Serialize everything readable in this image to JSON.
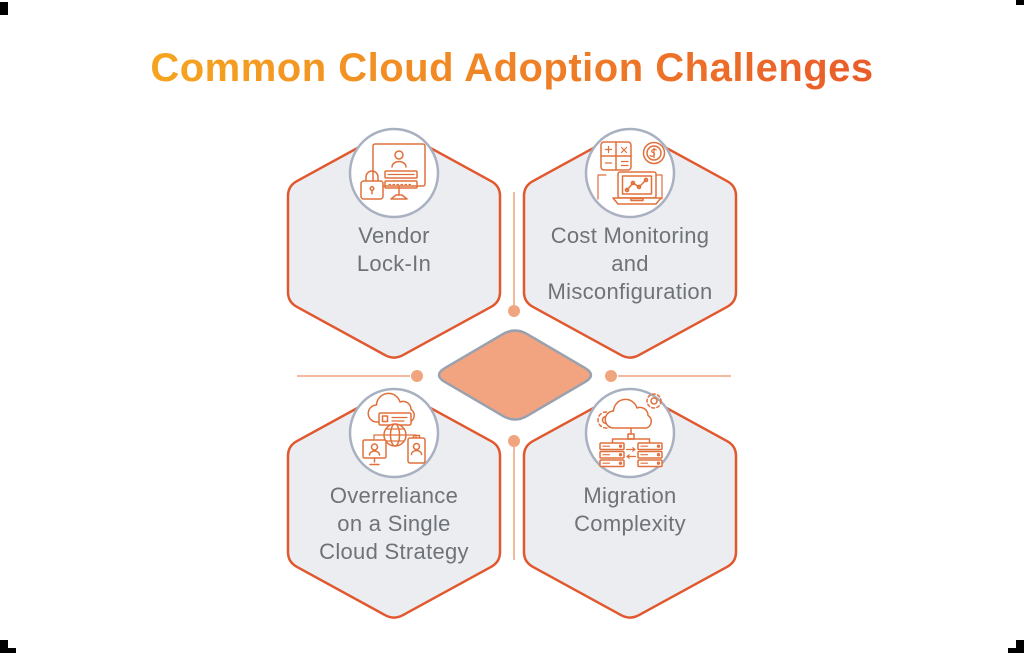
{
  "title": {
    "text": "Common Cloud Adoption Challenges"
  },
  "theme": {
    "background": "#FFFFFF",
    "title_gradient_start": "#F7AB1E",
    "title_gradient_end": "#E8512B",
    "hexagon_fill": "#EBEDF1",
    "hexagon_border": "#E1582E",
    "icon_circle_fill": "#FFFFFF",
    "icon_circle_border": "#A9B1C1",
    "icon_stroke": "#E0703B",
    "diamond_fill": "#F2A480",
    "diamond_border": "#99A1AF",
    "connector_line": "#F2BB9D",
    "connector_dot": "#F0A57E",
    "label_text": "#6F7377",
    "crop_mark": "#000000"
  },
  "hexagons": [
    {
      "id": "vendor-lock-in",
      "position": "top-left",
      "label": "Vendor Lock-In",
      "label_lines": [
        "Vendor",
        "Lock-In"
      ],
      "icon": "lock-monitor-icon"
    },
    {
      "id": "cost-monitoring-misconfiguration",
      "position": "top-right",
      "label": "Cost Monitoring and Misconfiguration",
      "label_lines": [
        "Cost Monitoring",
        "and",
        "Misconfiguration"
      ],
      "icon": "calculator-coin-laptop-chart-icon"
    },
    {
      "id": "overreliance-single-cloud",
      "position": "bottom-left",
      "label": "Overreliance on a Single Cloud Strategy",
      "label_lines": [
        "Overreliance",
        "on a Single",
        "Cloud Strategy"
      ],
      "icon": "cloud-globe-users-icon"
    },
    {
      "id": "migration-complexity",
      "position": "bottom-right",
      "label": "Migration Complexity",
      "label_lines": [
        "Migration",
        "Complexity"
      ],
      "icon": "cloud-gears-servers-icon"
    }
  ]
}
